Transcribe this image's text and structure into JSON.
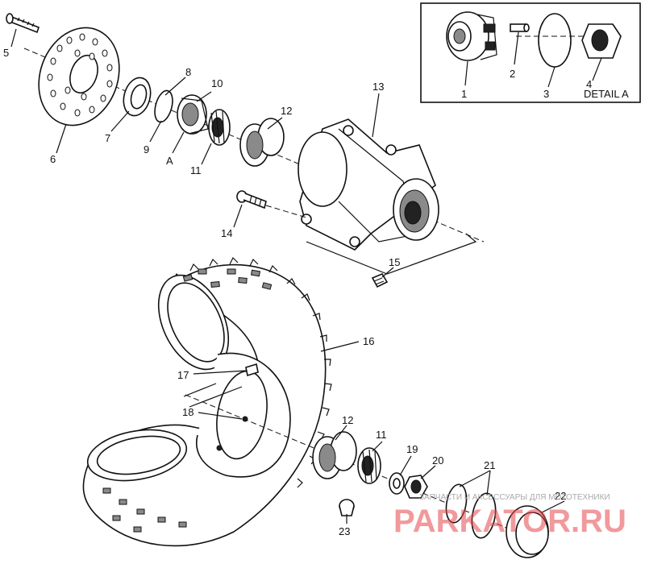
{
  "callouts": {
    "c1": "1",
    "c2": "2",
    "c3": "3",
    "c4": "4",
    "c5": "5",
    "c6": "6",
    "c7": "7",
    "c8": "8",
    "c9": "9",
    "cA": "A",
    "c10": "10",
    "c11a": "11",
    "c12a": "12",
    "c13": "13",
    "c14": "14",
    "c15": "15",
    "c16": "16",
    "c17": "17",
    "c18": "18",
    "c12b": "12",
    "c11b": "11",
    "c19": "19",
    "c20": "20",
    "c21": "21",
    "c22": "22",
    "c23": "23"
  },
  "detail_label": "DETAIL A",
  "watermark": {
    "brand": "PARKATOR.RU",
    "tagline": "ЗАПЧАСТИ И АКСЕССУАРЫ ДЛЯ МОТОТЕХНИКИ"
  },
  "colors": {
    "ink": "#111111",
    "watermark": "#e7474c"
  }
}
